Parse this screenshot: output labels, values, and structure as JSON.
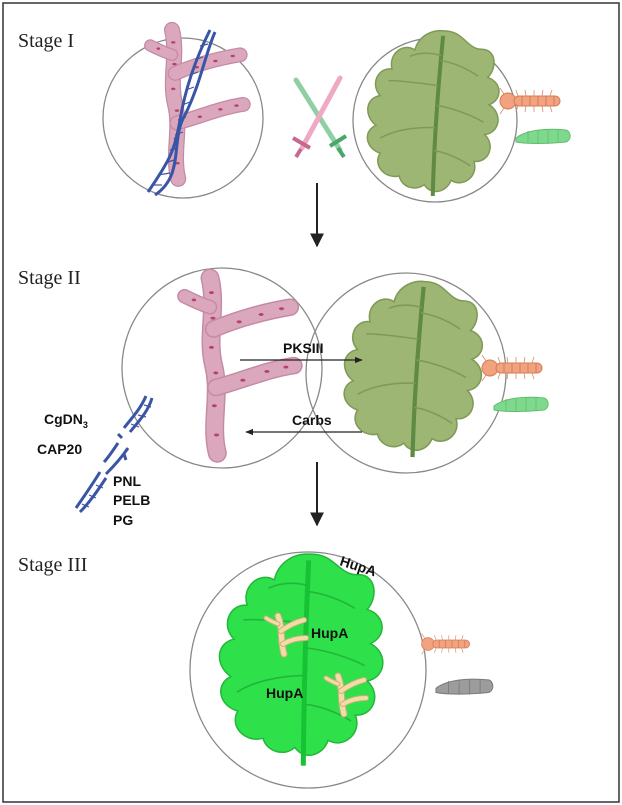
{
  "stages": [
    {
      "label": "Stage I"
    },
    {
      "label": "Stage II"
    },
    {
      "label": "Stage III"
    }
  ],
  "stage2": {
    "arrow_to_plant": "PKSIII",
    "arrow_to_fungus": "Carbs",
    "gene_labels": {
      "cgdn": "CgDN",
      "cgdn_sub": "3",
      "cap20": "CAP20",
      "pnl": "PNL",
      "pelb": "PELB",
      "pg": "PG"
    }
  },
  "stage3": {
    "hupa_outer": "HupA",
    "hupa_upper": "HupA",
    "hupa_lower": "HupA"
  },
  "colors": {
    "hypha": "#dba7bd",
    "hypha_edge": "#c58aa4",
    "hypha_dot": "#b4436a",
    "leaf": "#9db674",
    "leaf_vein": "#5e8a43",
    "leaf_bright": "#2ee04a",
    "dna": "#3a55a5",
    "insect": "#f3a27f",
    "caterpillar": "#7ed98c",
    "arrow": "#222222"
  }
}
